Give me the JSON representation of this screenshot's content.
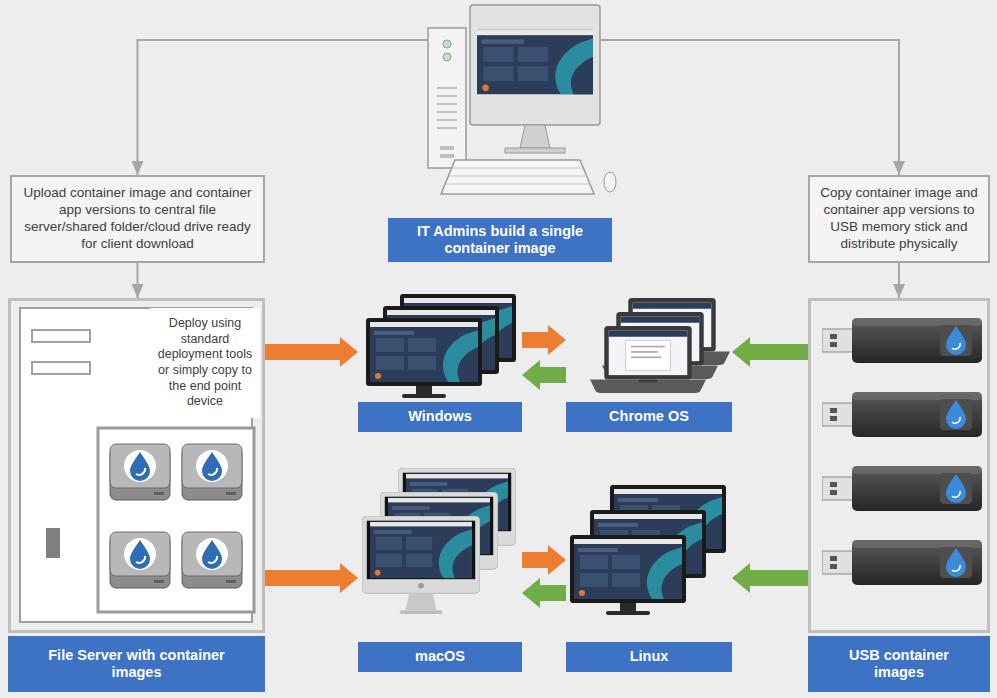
{
  "diagram": {
    "nodes": [
      {
        "text": [
          "Upload container image and container app versions to central file server/shared folder/cloud drive ready for client download"
        ]
      },
      {
        "text": [
          "IT Admins build a single container image"
        ]
      },
      {
        "text": [
          "Copy container image and container app versions to USB memory stick and distribute physically"
        ]
      },
      {
        "text": [
          "File Server with container images"
        ]
      },
      {
        "text": [
          "Deploy using standard deployment tools or simply copy to the end point device"
        ],
        "in": 3
      },
      {
        "text": [
          "Windows"
        ]
      },
      {
        "text": [
          "Chrome OS"
        ]
      },
      {
        "text": [
          "macOS"
        ]
      },
      {
        "text": [
          "Linux"
        ]
      },
      {
        "text": [
          "USB container images"
        ]
      }
    ],
    "edges": [
      {
        "from": 1,
        "to": 0,
        "arrow": "to"
      },
      {
        "from": 1,
        "to": 2,
        "arrow": "to"
      },
      {
        "from": 0,
        "to": 3,
        "arrow": "to"
      },
      {
        "from": 2,
        "to": 9,
        "arrow": "to"
      },
      {
        "from": 3,
        "to": 5,
        "arrow": "to"
      },
      {
        "from": 9,
        "to": 6,
        "arrow": "to"
      },
      {
        "from": 5,
        "to": 6,
        "arrow": "to"
      },
      {
        "from": 6,
        "to": 5,
        "arrow": "to"
      },
      {
        "from": 3,
        "to": 7,
        "arrow": "to"
      },
      {
        "from": 9,
        "to": 8,
        "arrow": "to"
      },
      {
        "from": 7,
        "to": 8,
        "arrow": "to"
      },
      {
        "from": 8,
        "to": 7,
        "arrow": "to"
      }
    ]
  }
}
